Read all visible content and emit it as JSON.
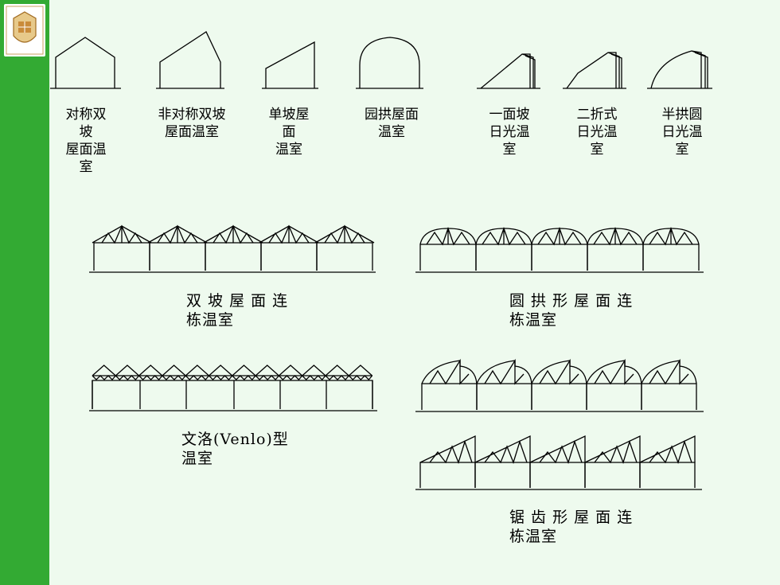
{
  "sidebar": {
    "course_title": "农\n业\n生\n物\n环\n境\n工\n程",
    "chapter_title": "第\n四\n章\n \n温\n室\n设\n施\n环\n境\n调\n节\n与\n控\n制",
    "logo": "university-seal"
  },
  "single_span_types": [
    {
      "label": "对称双\n坡\n屋面温\n室"
    },
    {
      "label": "非对称双坡\n屋面温室"
    },
    {
      "label": "单坡屋\n面\n温室"
    },
    {
      "label": "园拱屋面\n温室"
    },
    {
      "label": "一面坡\n日光温\n室"
    },
    {
      "label": "二折式\n日光温\n室"
    },
    {
      "label": "半拱圆\n日光温\n室"
    }
  ],
  "multi_span_types": [
    {
      "label": "双 坡 屋 面 连\n栋温室"
    },
    {
      "label": "圆 拱 形 屋 面 连\n栋温室"
    },
    {
      "label": "文洛(Venlo)型\n温室"
    },
    {
      "label": "锯 齿 形 屋 面 连\n栋温室"
    }
  ],
  "colors": {
    "sidebar": "#33aa33",
    "background": "#eefaee",
    "line": "#000000"
  }
}
